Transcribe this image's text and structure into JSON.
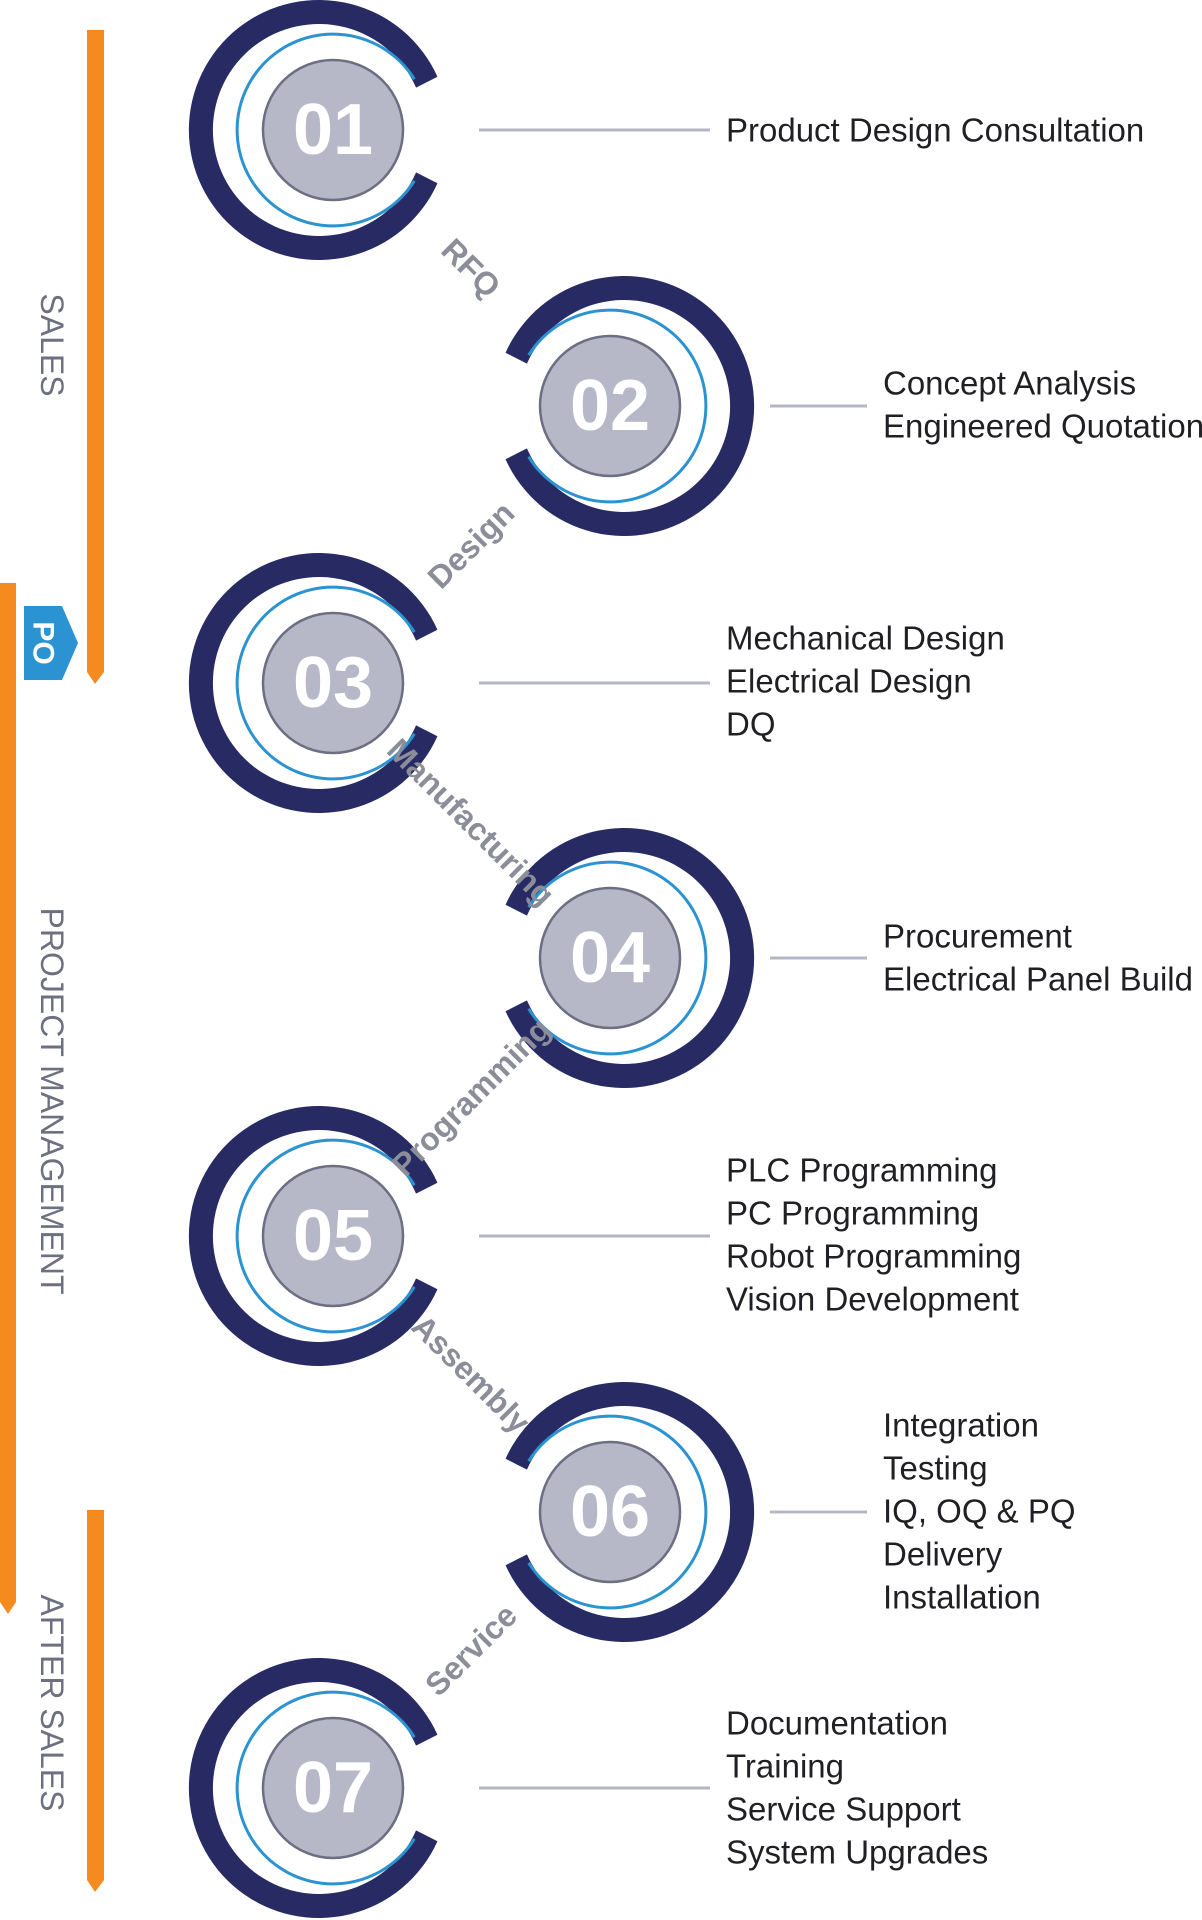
{
  "colors": {
    "outer_ring": "#272a63",
    "inner_ring": "#2b93d1",
    "disc": "#b6b8c8",
    "disc_border": "#6c6e82",
    "line": "#b4b6c4",
    "orange": "#f58a1f",
    "po_badge": "#2b93d1"
  },
  "phases": {
    "sales": "SALES",
    "project_management": "PROJECT MANAGEMENT",
    "after_sales": "AFTER SALES",
    "po": "PO"
  },
  "connectors": [
    "RFQ",
    "Design",
    "Manufacturing",
    "Programming",
    "Assembly",
    "Service"
  ],
  "steps": [
    {
      "number": "01",
      "items": [
        "Product Design Consultation"
      ]
    },
    {
      "number": "02",
      "items": [
        "Concept Analysis",
        "Engineered Quotations"
      ]
    },
    {
      "number": "03",
      "items": [
        "Mechanical Design",
        "Electrical Design",
        "DQ"
      ]
    },
    {
      "number": "04",
      "items": [
        "Procurement",
        "Electrical Panel Build"
      ]
    },
    {
      "number": "05",
      "items": [
        "PLC Programming",
        "PC Programming",
        "Robot Programming",
        "Vision Development"
      ]
    },
    {
      "number": "06",
      "items": [
        "Integration",
        "Testing",
        "IQ, OQ & PQ",
        "Delivery",
        "Installation"
      ]
    },
    {
      "number": "07",
      "items": [
        "Documentation",
        "Training",
        "Service Support",
        "System Upgrades"
      ]
    }
  ]
}
